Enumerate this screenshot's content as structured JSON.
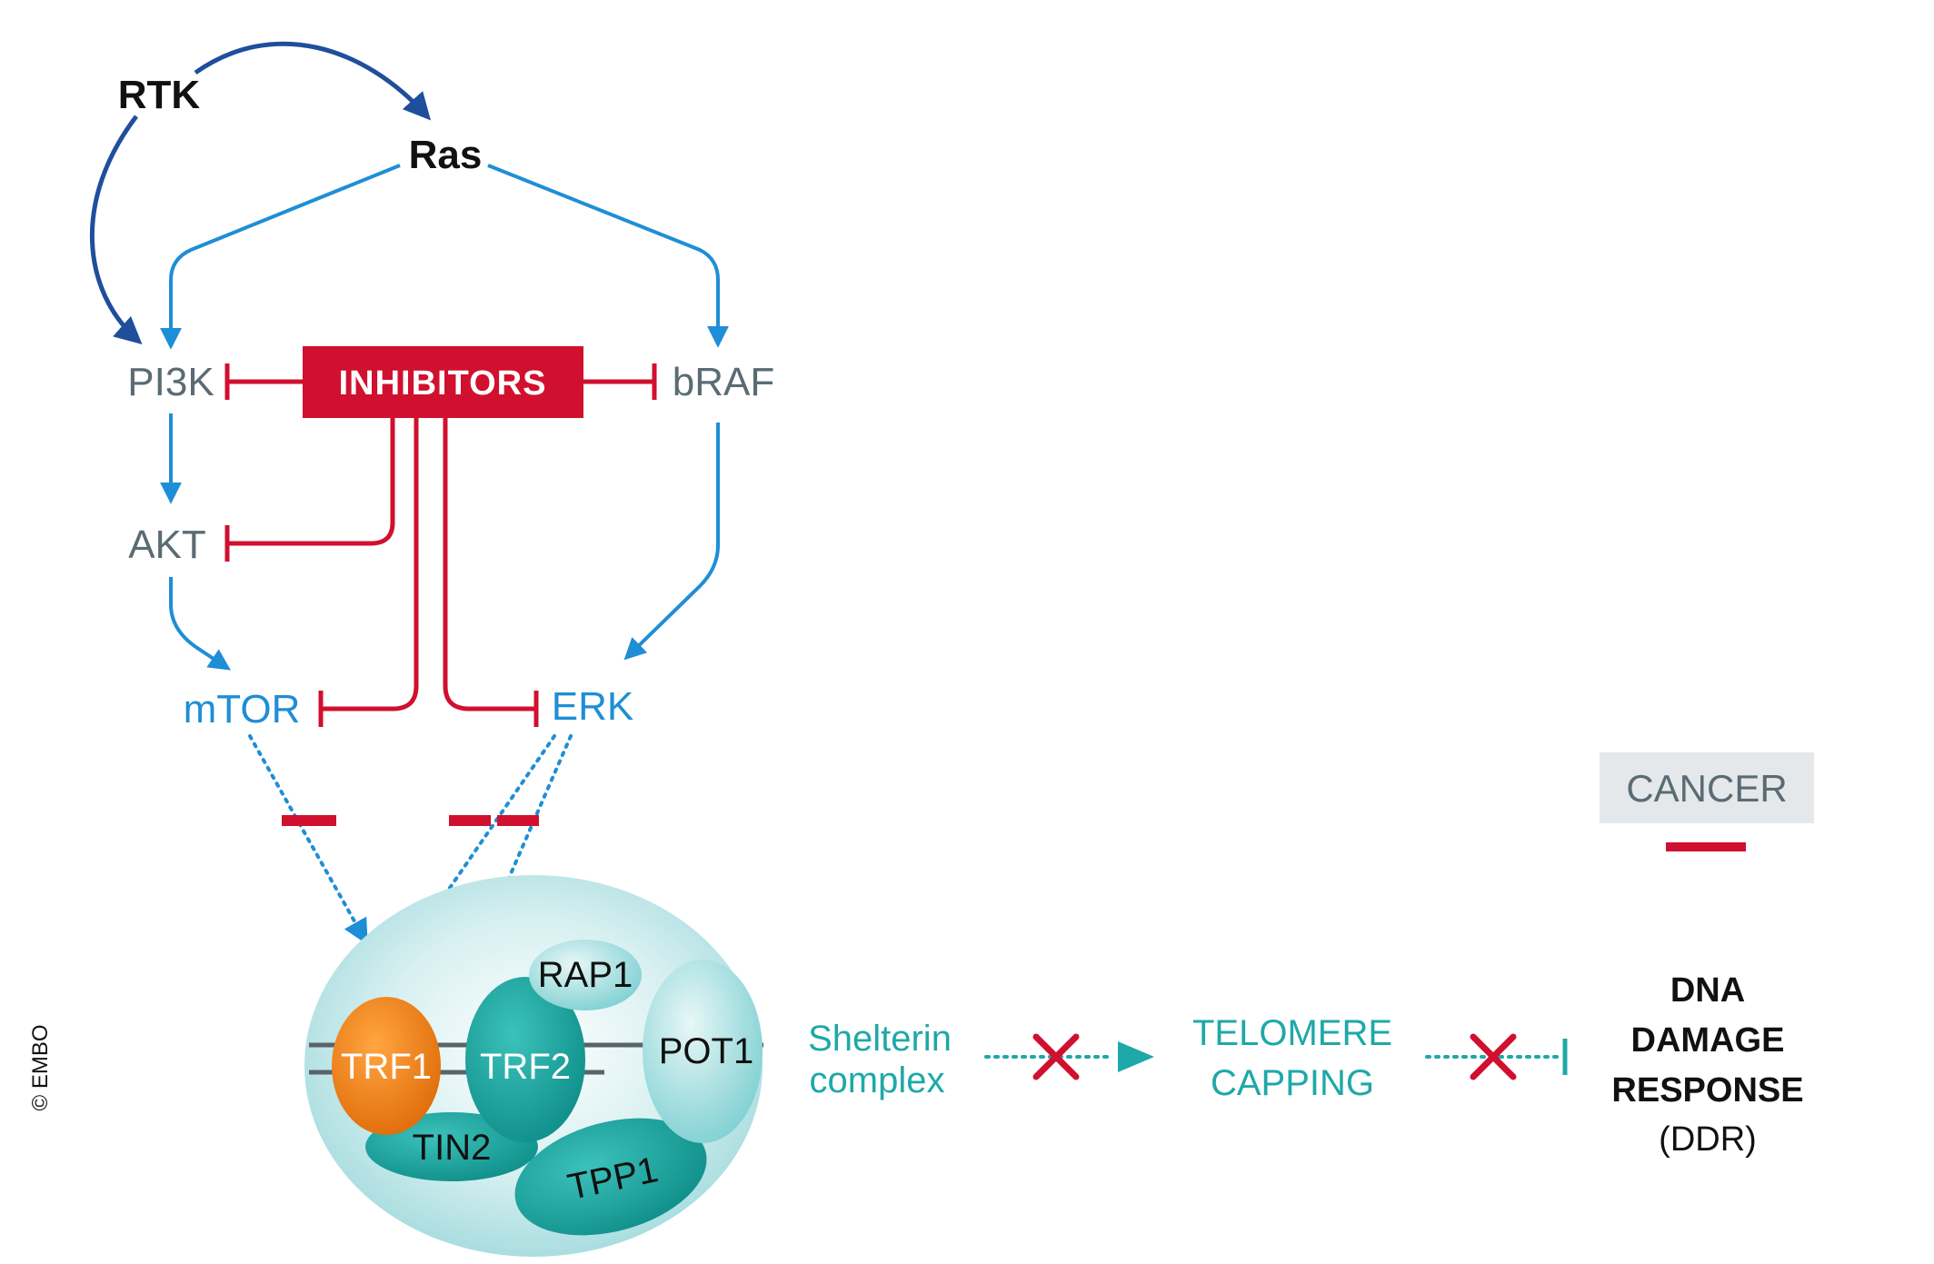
{
  "nodes": {
    "rtk": "RTK",
    "ras": "Ras",
    "pi3k": "PI3K",
    "braf": "bRAF",
    "akt": "AKT",
    "mtor": "mTOR",
    "erk": "ERK",
    "inhibitors": "INHIBITORS"
  },
  "shelterin": {
    "proteins": {
      "trf1": "TRF1",
      "trf2": "TRF2",
      "rap1": "RAP1",
      "pot1": "POT1",
      "tin2": "TIN2",
      "tpp1": "TPP1"
    },
    "label_line1": "Shelterin",
    "label_line2": "complex"
  },
  "telomere": {
    "line1": "TELOMERE",
    "line2": "CAPPING"
  },
  "cancer": "CANCER",
  "ddr": {
    "line1": "DNA",
    "line2": "DAMAGE",
    "line3": "RESPONSE",
    "line4": "(DDR)"
  },
  "copyright": "© EMBO",
  "colors": {
    "blue_arrow": "#1e8ed6",
    "dark_blue_arrow": "#1f4f9c",
    "inhibitor_red": "#d0102e",
    "teal": "#1fa8a8",
    "trf1_orange": "#f07d14",
    "protein_teal": "#1a9e9a",
    "gray_text": "#5a6b74",
    "cancer_box": "#e4e8eb"
  }
}
